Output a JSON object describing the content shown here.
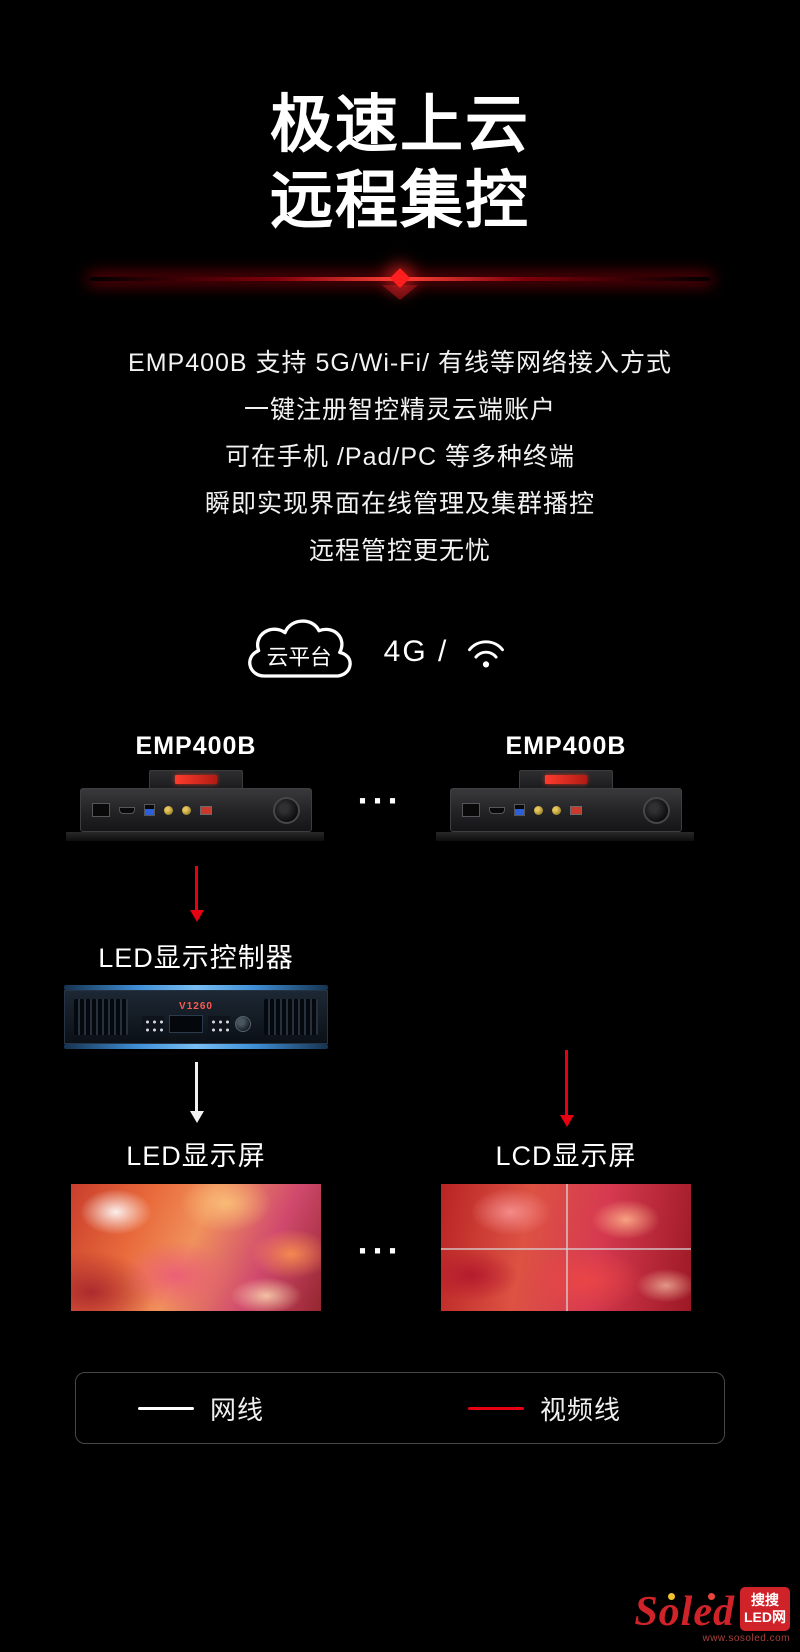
{
  "hero": {
    "title_line1": "极速上云",
    "title_line2": "远程集控"
  },
  "description": {
    "lines": [
      "EMP400B 支持 5G/Wi-Fi/ 有线等网络接入方式",
      "一键注册智控精灵云端账户",
      "可在手机 /Pad/PC 等多种终端",
      "瞬即实现界面在线管理及集群播控",
      "远程管控更无忧"
    ]
  },
  "cloud": {
    "platform_label": "云平台",
    "network_label": "4G /"
  },
  "topology": {
    "left_device_label": "EMP400B",
    "right_device_label": "EMP400B",
    "device_dots": "···",
    "controller_label": "LED显示控制器",
    "controller_model": "V1260",
    "left_display_label": "LED显示屏",
    "right_display_label": "LCD显示屏",
    "display_dots": "···"
  },
  "legend": {
    "network_cable": "网线",
    "video_cable": "视频线"
  },
  "colors": {
    "accent_red": "#e60012",
    "white_line": "#ffffff"
  },
  "footer": {
    "logo_text": "Soled",
    "logo_box_line1": "搜搜",
    "logo_box_line2": "LED网",
    "url": "www.sosoled.com"
  }
}
